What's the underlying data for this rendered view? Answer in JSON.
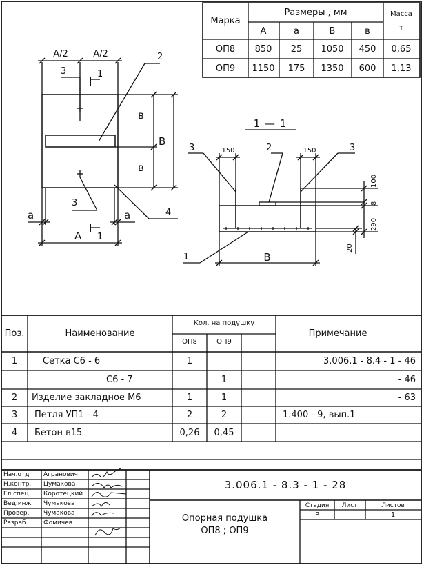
{
  "dims_table": {
    "h_mark": "Марка",
    "h_sizes": "Размеры , мм",
    "h_mass": "Масса",
    "h_mass_unit": "т",
    "cols": [
      "А",
      "а",
      "В",
      "в"
    ],
    "rows": [
      {
        "mark": "ОП8",
        "vals": [
          "850",
          "25",
          "1050",
          "450"
        ],
        "mass": "0,65"
      },
      {
        "mark": "ОП9",
        "vals": [
          "1150",
          "175",
          "1350",
          "600"
        ],
        "mass": "1,13"
      }
    ]
  },
  "plan": {
    "a_half_1": "А/2",
    "a_half_2": "А/2",
    "lbl_2": "2",
    "lbl_3_top": "3",
    "lbl_1_top": "1",
    "lbl_v_top": "в",
    "lbl_B": "В",
    "lbl_v_bot": "в",
    "lbl_3_bot": "3",
    "lbl_a_left": "а",
    "lbl_A": "А",
    "lbl_1_bot": "1",
    "lbl_a_right": "а",
    "lbl_4": "4"
  },
  "section": {
    "title": "1 — 1",
    "lbl_3_left": "3",
    "d150_left": "150",
    "lbl_2": "2",
    "d150_right": "150",
    "lbl_3_right": "3",
    "d100": "100",
    "d8": "8",
    "d290": "290",
    "d20": "20",
    "lbl_1": "1",
    "lbl_B": "В"
  },
  "spec": {
    "h_pos": "Поз.",
    "h_name": "Наименование",
    "h_qty": "Кол. на подушку",
    "h_op8": "ОП8",
    "h_op9": "ОП9",
    "h_note": "Примечание",
    "rows": [
      {
        "pos": "1",
        "name": "Сетка  С6 - 6",
        "q1": "1",
        "q2": "",
        "note": "3.006.1 - 8.4 - 1 - 46"
      },
      {
        "pos": "",
        "name": "С6 - 7",
        "q1": "",
        "q2": "1",
        "note": "- 46"
      },
      {
        "pos": "2",
        "name": "Изделие закладное М6",
        "q1": "1",
        "q2": "1",
        "note": "- 63"
      },
      {
        "pos": "3",
        "name": "Петля  УП1 - 4",
        "q1": "2",
        "q2": "2",
        "note": "1.400 - 9, вып.1"
      },
      {
        "pos": "4",
        "name": "Бетон  в15",
        "q1": "0,26",
        "q2": "0,45",
        "note": ""
      }
    ]
  },
  "stamp": {
    "roles": [
      "Нач.отд",
      "Н.контр.",
      "Гл.спец.",
      "Вед.инж",
      "Провер.",
      "Разраб."
    ],
    "names": [
      "Агранович",
      "Цумакова",
      "Коротецкий",
      "Чумакова",
      "Чумакова",
      "Фомичев"
    ],
    "code": "3.006.1 - 8.3 - 1 - 28",
    "title_line1": "Опорная подушка",
    "title_line2": "ОП8 ; ОП9",
    "h_stage": "Стадия",
    "h_sheet": "Лист",
    "h_sheets": "Листов",
    "stage": "Р",
    "sheet": "",
    "sheets": "1"
  }
}
